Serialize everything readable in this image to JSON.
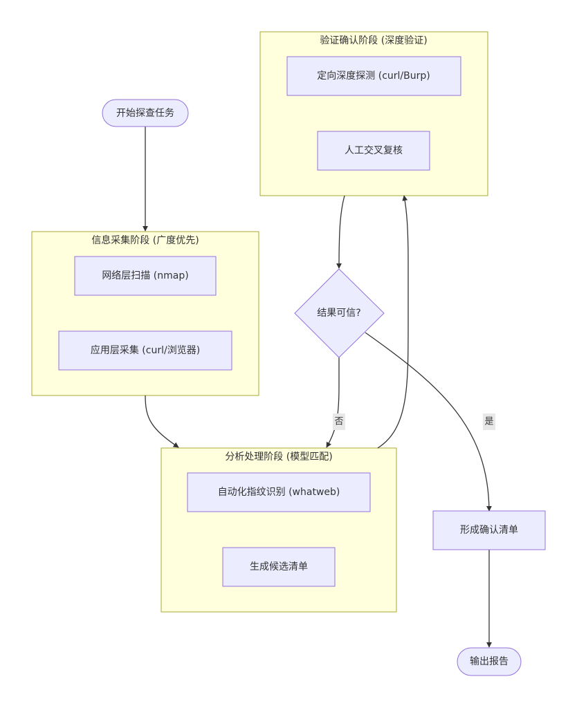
{
  "diagram": {
    "type": "flowchart",
    "clusters": {
      "verify": {
        "title": "验证确认阶段 (深度验证)"
      },
      "collect": {
        "title": "信息采集阶段 (广度优先)"
      },
      "analyze": {
        "title": "分析处理阶段 (模型匹配)"
      }
    },
    "nodes": {
      "start": {
        "label": "开始探查任务",
        "shape": "stadium"
      },
      "nmap": {
        "label": "网络层扫描 (nmap)",
        "shape": "rect"
      },
      "appcollect": {
        "label": "应用层采集 (curl/浏览器)",
        "shape": "rect"
      },
      "whatweb": {
        "label": "自动化指纹识别 (whatweb)",
        "shape": "rect"
      },
      "candidate": {
        "label": "生成候选清单",
        "shape": "rect"
      },
      "deepprobe": {
        "label": "定向深度探测 (curl/Burp)",
        "shape": "rect"
      },
      "manual": {
        "label": "人工交叉复核",
        "shape": "rect"
      },
      "decision": {
        "label": "结果可信?",
        "shape": "diamond"
      },
      "confirmed": {
        "label": "形成确认清单",
        "shape": "rect"
      },
      "report": {
        "label": "输出报告",
        "shape": "stadium"
      }
    },
    "edges": [
      {
        "from": "start",
        "to": "collect",
        "label": ""
      },
      {
        "from": "collect",
        "to": "analyze",
        "label": ""
      },
      {
        "from": "analyze",
        "to": "verify",
        "label": ""
      },
      {
        "from": "verify",
        "to": "decision",
        "label": ""
      },
      {
        "from": "decision",
        "to": "analyze",
        "label": "否"
      },
      {
        "from": "decision",
        "to": "confirmed",
        "label": "是"
      },
      {
        "from": "confirmed",
        "to": "report",
        "label": ""
      }
    ],
    "colors": {
      "node_fill": "#ececff",
      "node_stroke": "#9370db",
      "cluster_fill": "#ffffde",
      "cluster_stroke": "#aaaa33",
      "edge": "#333333",
      "edge_label_bg": "#e8e8e8"
    }
  }
}
